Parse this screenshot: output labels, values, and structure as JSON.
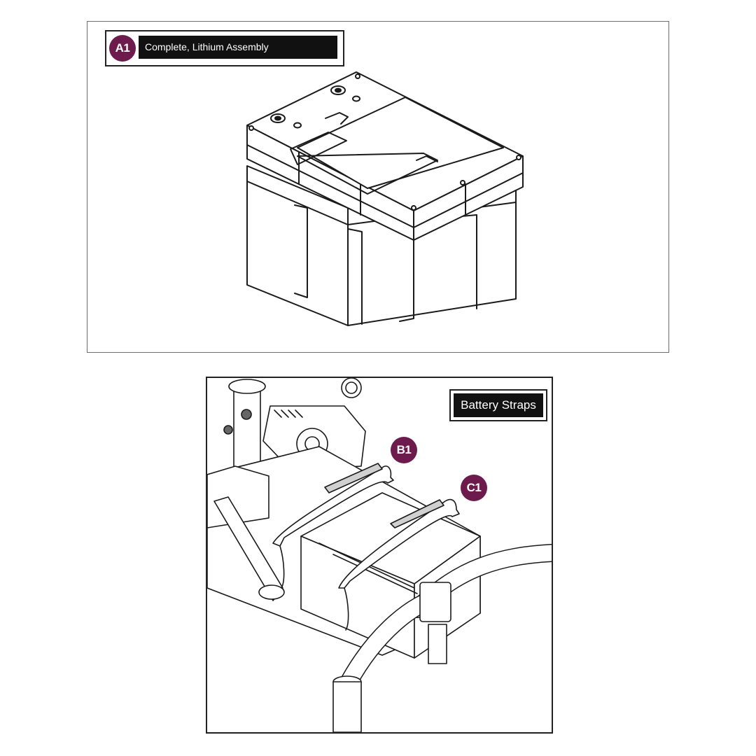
{
  "panel_a": {
    "callout": "A1",
    "title": "Complete, Lithium Assembly"
  },
  "panel_b": {
    "title": "Battery Straps",
    "callouts": [
      "B1",
      "C1"
    ]
  },
  "colors": {
    "badge": "#6d1a4c",
    "label_bar": "#111111",
    "line": "#1a1a1a"
  }
}
